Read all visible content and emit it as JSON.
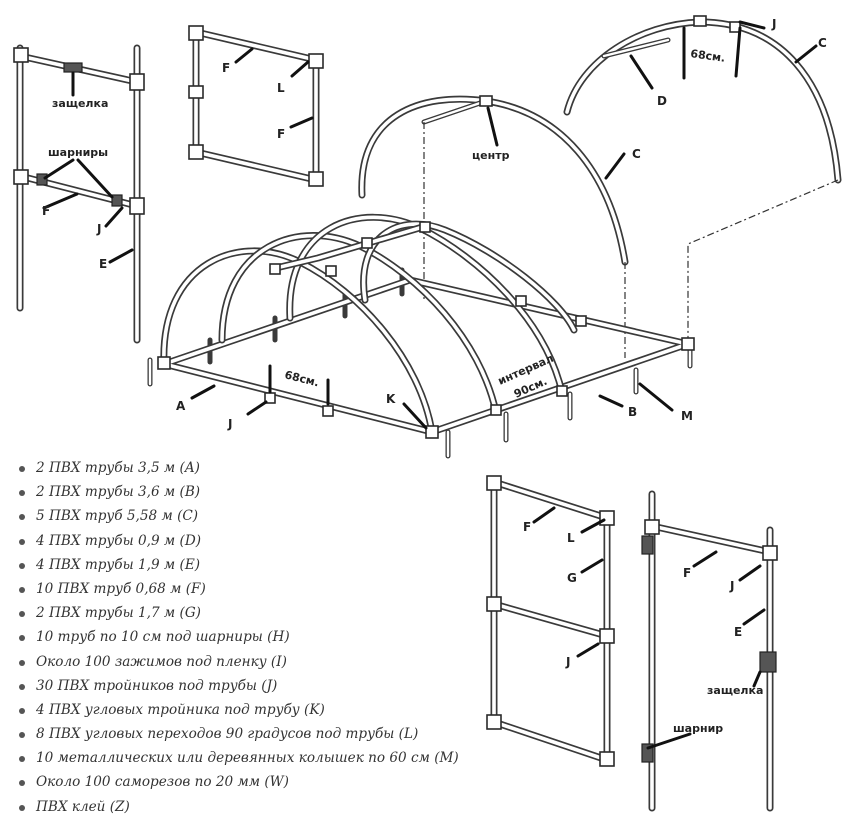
{
  "labels": {
    "a": "A",
    "b": "B",
    "c": "C",
    "d": "D",
    "e": "E",
    "f": "F",
    "g": "G",
    "j": "J",
    "k": "K",
    "l": "L",
    "m": "M",
    "latch": "защелка",
    "hinges": "шарниры",
    "hinge": "шарнир",
    "center": "центр",
    "spacing_68": "68см.",
    "interval": "интервал",
    "interval_90": "90см."
  },
  "parts": [
    "2 ПВХ трубы 3,5 м (A)",
    "2 ПВХ трубы 3,6 м (B)",
    "5 ПВХ труб 5,58 м (C)",
    "4 ПВХ трубы 0,9 м (D)",
    "4 ПВХ трубы 1,9 м (E)",
    "10 ПВХ труб 0,68 м (F)",
    "2 ПВХ трубы 1,7 м (G)",
    "10 труб по 10 см под шарниры (H)",
    "Около 100 зажимов под пленку (I)",
    "30 ПВХ тройников под трубы (J)",
    "4 ПВХ угловых тройника под трубу (K)",
    "8 ПВХ угловых переходов 90 градусов под трубы (L)",
    "10 металлических или деревянных колышек по 60 см (M)",
    "Около 100 саморезов по 20 мм (W)",
    "ПВХ клей (Z)"
  ],
  "colors": {
    "line": "#3a3a3a",
    "text": "#333333",
    "background": "#ffffff"
  }
}
